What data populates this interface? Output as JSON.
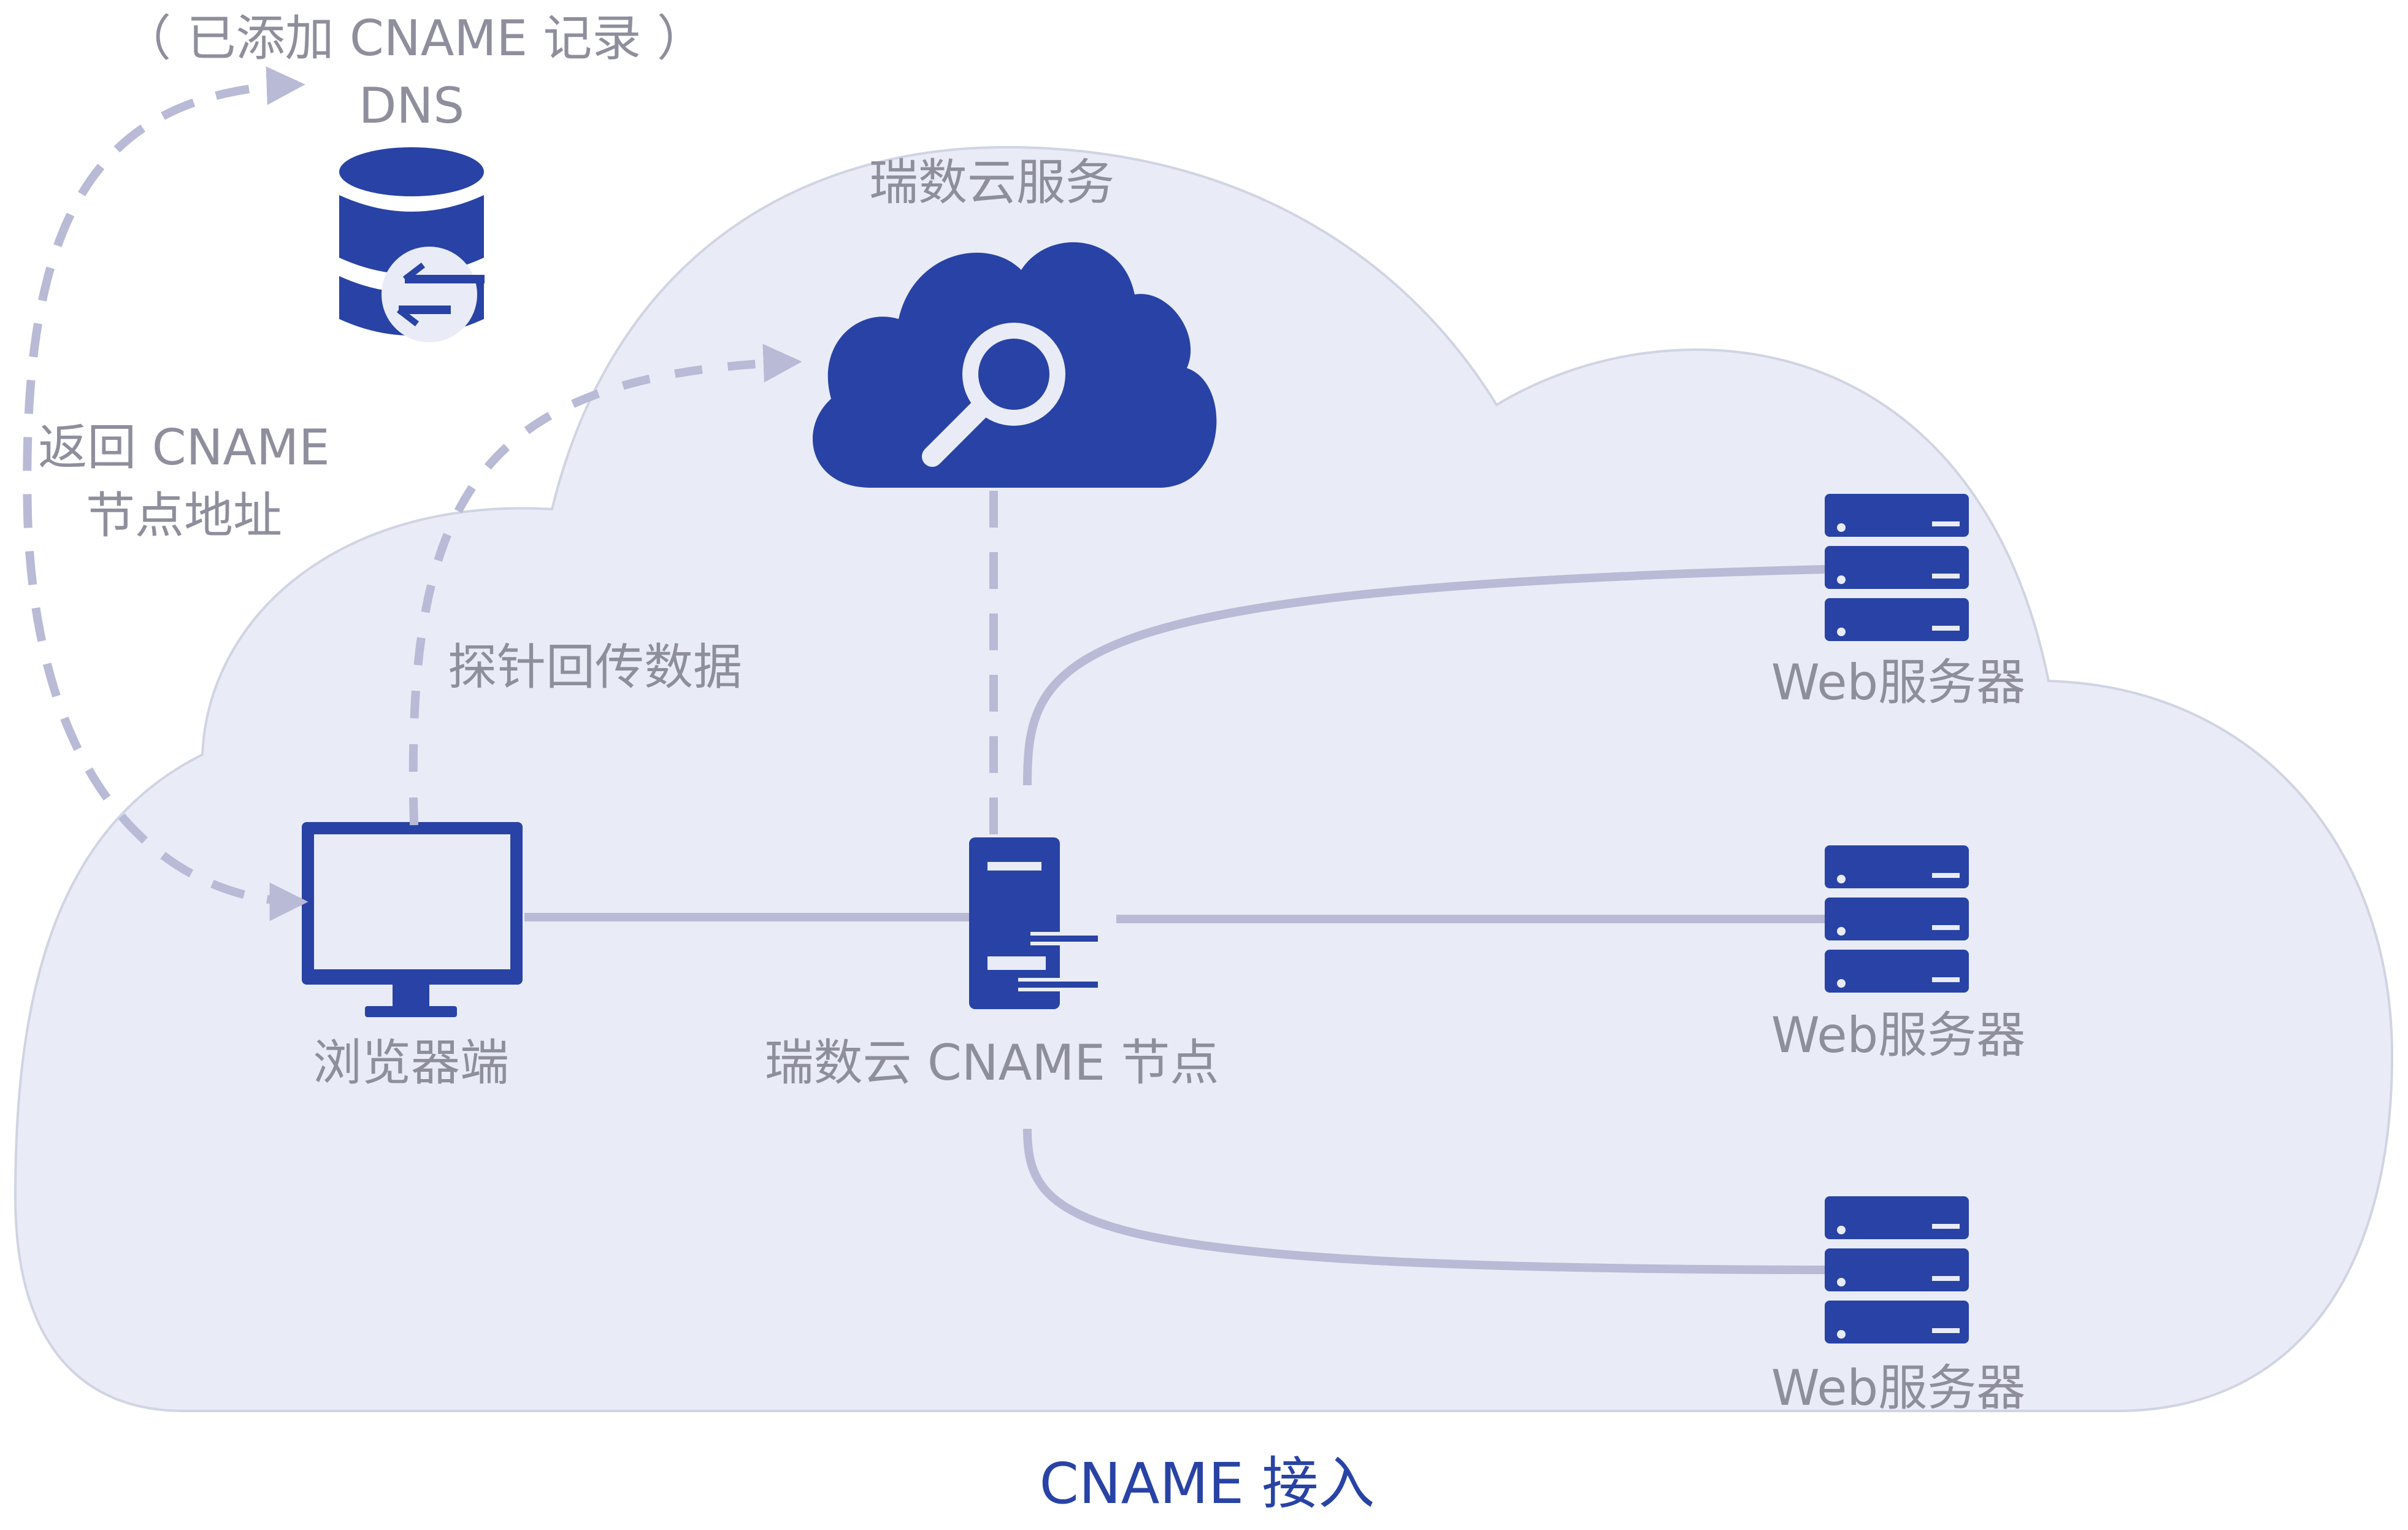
{
  "dns": {
    "note": "（ 已添加 CNAME 记录 ）",
    "label": "DNS"
  },
  "return_label": {
    "line1": "返回 CNAME",
    "line2": "节点地址"
  },
  "cloud_service": {
    "label": "瑞数云服务"
  },
  "probe_label": "探针回传数据",
  "browser": {
    "label": "浏览器端"
  },
  "cname_node": {
    "label": "瑞数云 CNAME 节点"
  },
  "web_servers": [
    {
      "label": "Web服务器"
    },
    {
      "label": "Web服务器"
    },
    {
      "label": "Web服务器"
    }
  ],
  "caption": "CNAME 接入",
  "colors": {
    "cloud_fill": "#e9ecf6",
    "cloud_edge": "#d0d4e2",
    "icon_blue": "#2843a5",
    "connector": "#b8bad6",
    "label_gray": "#8e8e9c",
    "caption_blue": "#2843a5"
  }
}
